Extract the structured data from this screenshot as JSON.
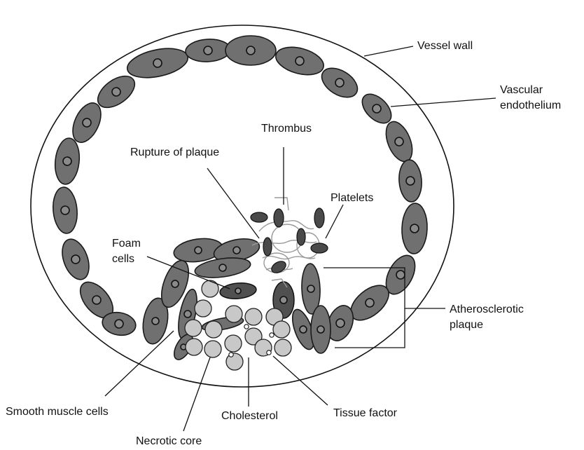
{
  "labels": {
    "vessel_wall": "Vessel wall",
    "vascular_endothelium_line1": "Vascular",
    "vascular_endothelium_line2": "endothelium",
    "thrombus": "Thrombus",
    "rupture_of_plaque": "Rupture of plaque",
    "platelets": "Platelets",
    "foam_cells_line1": "Foam",
    "foam_cells_line2": "cells",
    "atherosclerotic_plaque_line1": "Atherosclerotic",
    "atherosclerotic_plaque_line2": "plaque",
    "smooth_muscle_cells": "Smooth muscle cells",
    "cholesterol": "Cholesterol",
    "tissue_factor": "Tissue factor",
    "necrotic_core": "Necrotic core"
  },
  "colors": {
    "endothelial_cell": "#707070",
    "cholesterol": "#c8c8c8",
    "platelet": "#4a4a4a",
    "fibrin": "#9a9a9a"
  }
}
